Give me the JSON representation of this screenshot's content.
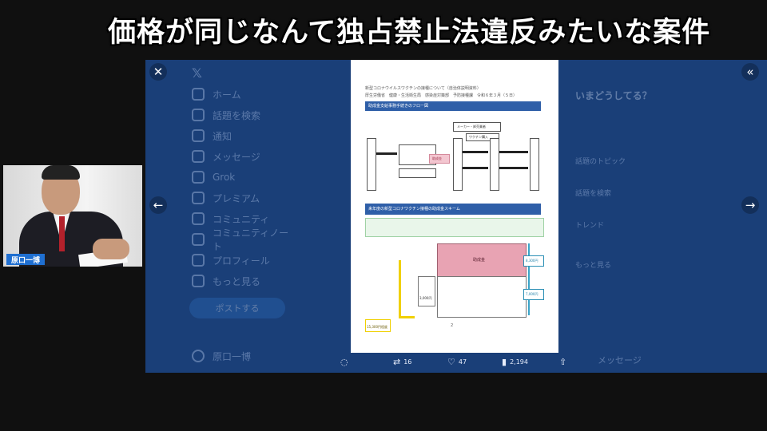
{
  "caption": "価格が同じなんて独占禁止法違反みたいな案件",
  "viewer": {
    "controls": {
      "close_icon": "close-icon",
      "collapse_icon": "double-chevron-icon",
      "prev_icon": "arrow-left-icon",
      "next_icon": "arrow-right-icon"
    },
    "background_nav": {
      "items": [
        "ホーム",
        "話題を検索",
        "通知",
        "メッセージ",
        "Grok",
        "プレミアム",
        "コミュニティ",
        "コミュニティノート",
        "プロフィール",
        "もっと見る"
      ],
      "post_button": "ポストする",
      "account_name": "原口一博"
    },
    "background_right": {
      "heading": "いまどうしてる？",
      "trends": [
        "話題のトピック",
        "話題を検索",
        "トレンド",
        "もっと見る"
      ]
    },
    "message_label": "メッセージ"
  },
  "document": {
    "title_line": "新型コロナウイルスワクチンの接種について（自治体説明資料）",
    "dept_line": "厚生労働省　健康・生活衛生局　感染症対策部　予防接種課　令和６年３月（５日）",
    "section1": "助成金支給事務手続きのフロー図",
    "section2": "来年度の新型コロナワクチン接種の助成金スキーム",
    "flow_labels": {
      "maker": "メーカー・卸売業者",
      "vaccine_buy": "ワクチン購入",
      "grant_label": "助成金",
      "subsidy": "助成金",
      "yen_a": "8,300円",
      "yen_b": "7,000円",
      "yen_c": "15,300円程度",
      "yen_d": "3,000円"
    },
    "page_number": "2"
  },
  "actions": {
    "reply_icon": "reply-icon",
    "repost_icon": "repost-icon",
    "repost_count": "16",
    "like_icon": "heart-icon",
    "like_count": "47",
    "views_icon": "bar-chart-icon",
    "views_count": "2,194",
    "share_icon": "share-icon"
  },
  "webcam": {
    "name_tag": "原口一博"
  }
}
